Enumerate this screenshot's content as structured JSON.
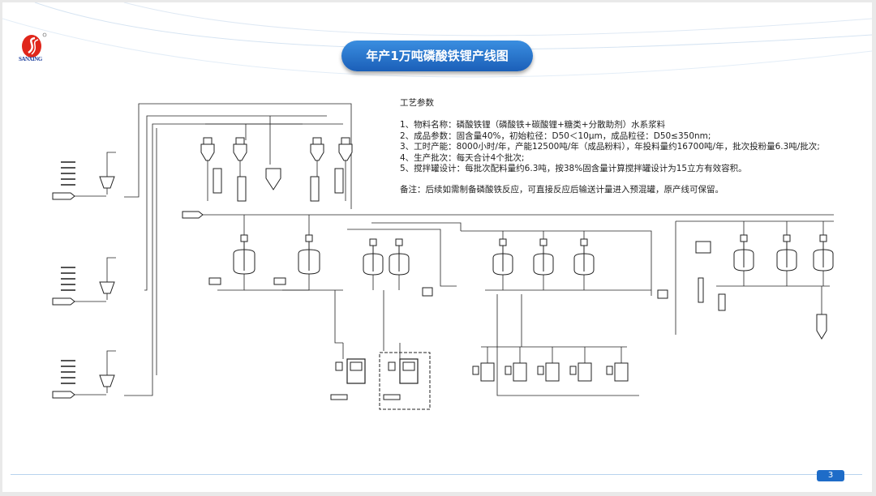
{
  "logo": {
    "text": "SANXING",
    "brand_color": "#e0261b"
  },
  "title": "年产1万吨磷酸铁锂产线图",
  "params": {
    "heading": "工艺参数",
    "items": [
      "1、物料名称：磷酸铁锂（磷酸铁+碳酸锂+糖类+分散助剂）水系浆料",
      "2、成品参数：固含量40%，初始粒径：D50＜10μm，成品粒径：D50≤350nm;",
      "3、工时产能：8000小时/年，产能12500吨/年（成品粉料），年投料量约16700吨/年，批次投粉量6.3吨/批次;",
      "4、生产批次：每天合计4个批次;",
      "5、搅拌罐设计：每批次配料量约6.3吨，按38%固含量计算搅拌罐设计为15立方有效容积。"
    ],
    "note": "备注：后续如需制备磷酸铁反应，可直接反应后输送计量进入预混罐，原产线可保留。"
  },
  "page_number": "3",
  "colors": {
    "title_bg": "#2a78d2",
    "page_badge": "#1e6cc8",
    "line": "#222222"
  }
}
